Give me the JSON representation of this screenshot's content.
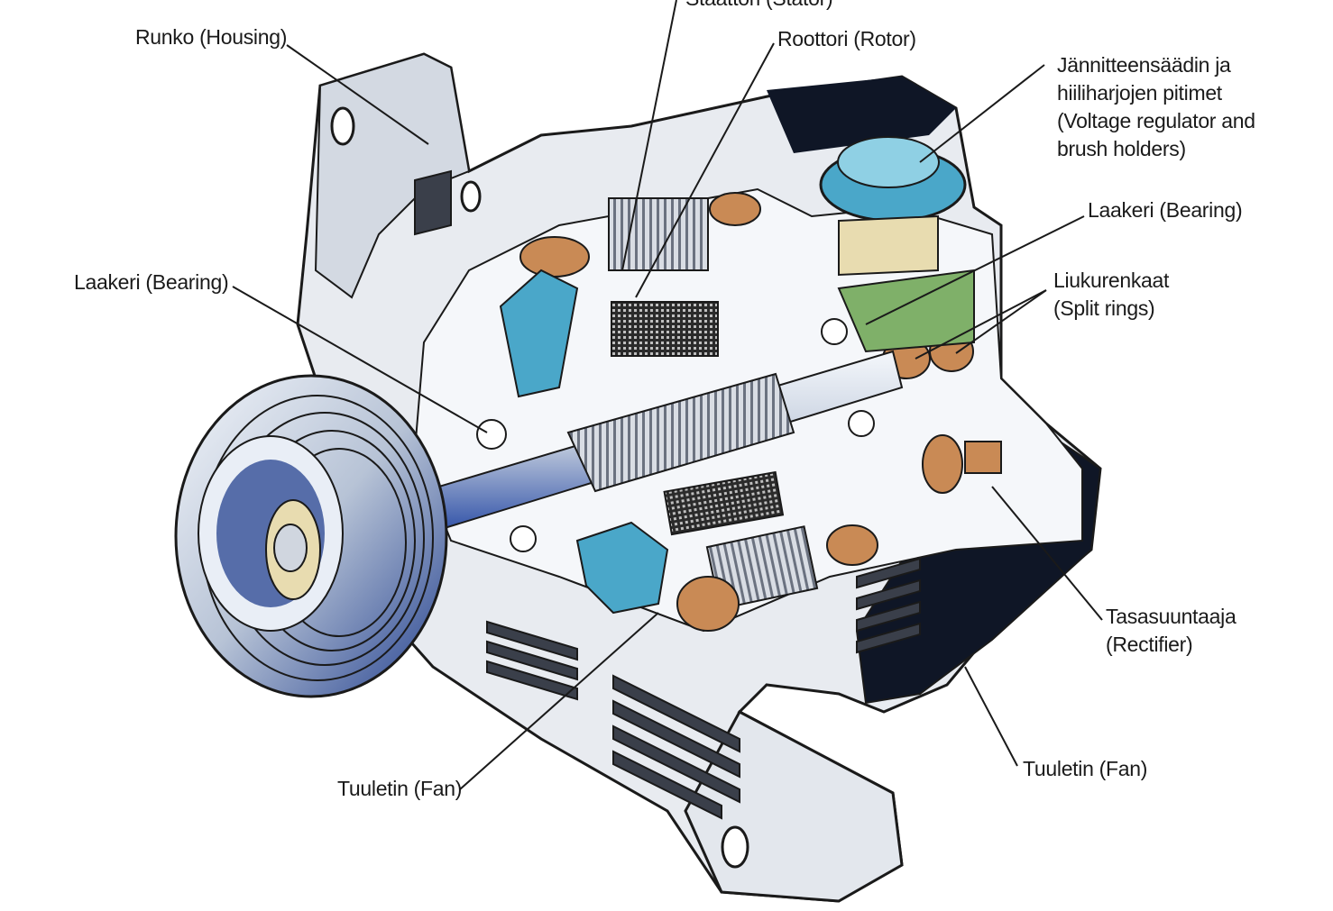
{
  "labels": {
    "stator": "Staattori (Stator)",
    "housing": "Runko (Housing)",
    "rotor": "Roottori (Rotor)",
    "regulator": {
      "line1": "Jännitteensäädin ja",
      "line2": "hiiliharjojen pitimet",
      "line3": "(Voltage regulator and",
      "line4": "brush holders)"
    },
    "bearing_right": "Laakeri (Bearing)",
    "bearing_left": "Laakeri (Bearing)",
    "slip_rings": {
      "line1": "Liukurenkaat",
      "line2": "(Split rings)"
    },
    "rectifier": {
      "line1": "Tasasuuntaaja",
      "line2": "(Rectifier)"
    },
    "fan_left": "Tuuletin (Fan)",
    "fan_right": "Tuuletin (Fan)"
  },
  "colors": {
    "line": "#1a1a1a",
    "housing": "#e8ebf0",
    "housing_shade": "#c5ccd6",
    "blue": "#1e3fa8",
    "teal": "#4aa7c9",
    "copper": "#c98a55",
    "green": "#7fb069",
    "dark": "#0f1626"
  }
}
